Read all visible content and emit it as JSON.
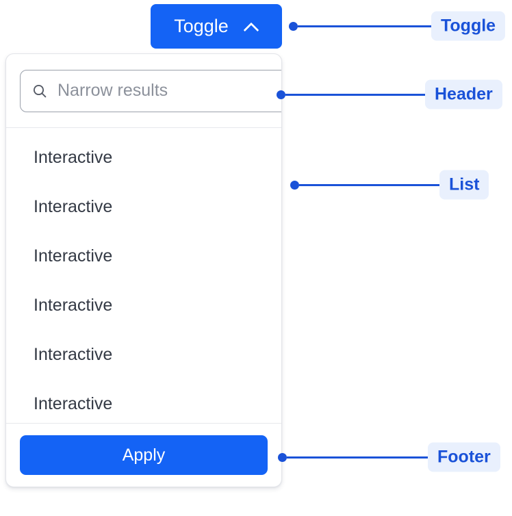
{
  "toggle": {
    "label": "Toggle",
    "icon": "chevron-up-icon"
  },
  "panel": {
    "header": {
      "search": {
        "icon": "search-icon",
        "placeholder": "Narrow results",
        "value": ""
      }
    },
    "list": {
      "items": [
        {
          "label": "Interactive"
        },
        {
          "label": "Interactive"
        },
        {
          "label": "Interactive"
        },
        {
          "label": "Interactive"
        },
        {
          "label": "Interactive"
        },
        {
          "label": "Interactive"
        }
      ]
    },
    "footer": {
      "apply_label": "Apply"
    }
  },
  "annotations": [
    {
      "label": "Toggle"
    },
    {
      "label": "Header"
    },
    {
      "label": "List"
    },
    {
      "label": "Footer"
    }
  ],
  "colors": {
    "accent": "#1463f5",
    "annotation_text": "#1a52d8",
    "annotation_pill_bg": "#e9f0fd",
    "panel_border": "#e2e4e9",
    "list_text": "#343a45",
    "placeholder": "#8c919b"
  }
}
